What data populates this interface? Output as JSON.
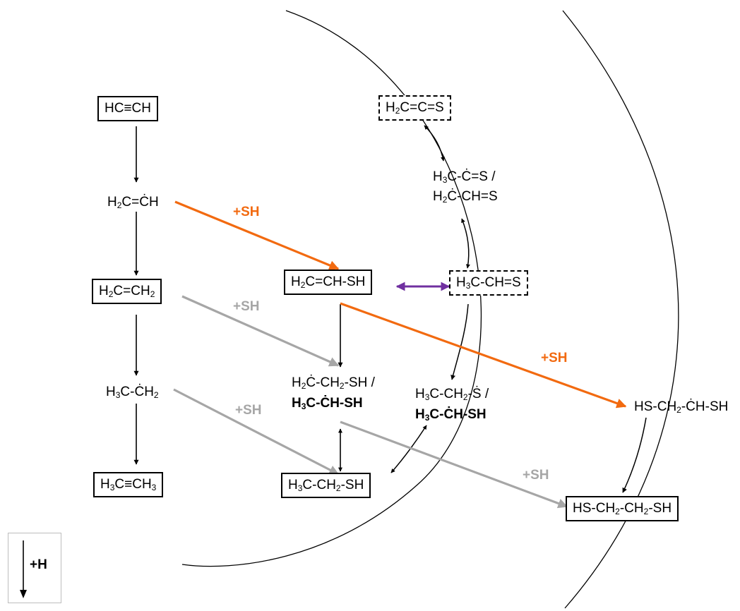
{
  "colors": {
    "hydrogenation": "#000000",
    "sh_addition_from_radical": "#f26a10",
    "sh_addition_from_stable": "#a6a6a6",
    "tautomerism": "#7030a0"
  },
  "legend": {
    "label": "+H",
    "icon": "down-arrow-icon"
  },
  "reaction_labels": {
    "sh_orange_1": "+SH",
    "sh_orange_2": "+SH",
    "sh_gray_1": "+SH",
    "sh_gray_2": "+SH",
    "sh_gray_3": "+SH"
  },
  "molecules": {
    "acetylene": {
      "t1": "HC≡CH"
    },
    "vinyl": {
      "t1": "H",
      "s1": "2",
      "t2": "C=ĊH"
    },
    "ethylene": {
      "t1": "H",
      "s1": "2",
      "t2": "C=CH",
      "s2": "2"
    },
    "ethyl": {
      "t1": "H",
      "s1": "3",
      "t2": "C-ĊH",
      "s2": "2"
    },
    "ethane": {
      "t1": "H",
      "s1": "3",
      "t2": "C≡CH",
      "s2": "3"
    },
    "thioketene": {
      "t1": "H",
      "s1": "2",
      "t2": "C=C=S"
    },
    "thioketyl_a": {
      "t1": "H",
      "s1": "3",
      "t2": "C-Ċ=S /"
    },
    "thioketyl_b": {
      "t1": "H",
      "s1": "2",
      "t2": "Ċ-CH=S"
    },
    "vinyl_thiol": {
      "t1": "H",
      "s1": "2",
      "t2": "C=CH-SH"
    },
    "thioacetaldehyde": {
      "t1": "H",
      "s1": "3",
      "t2": "C-CH=S"
    },
    "thiol_radical_a": {
      "t1": "H",
      "s1": "2",
      "t2": "Ċ-CH",
      "s2": "2",
      "t3": "-SH /"
    },
    "thiol_radical_b": {
      "t1": "H",
      "s1": "3",
      "t2": "C-ĊH-SH"
    },
    "thiyl_radical_a": {
      "t1": "H",
      "s1": "3",
      "t2": "C-CH",
      "s2": "2",
      "t3": "-Ṡ /"
    },
    "thiyl_radical_b": {
      "t1": "H",
      "s1": "3",
      "t2": "C-ĊH-SH"
    },
    "dithiol_radical": {
      "t1": "HS-CH",
      "s1": "2",
      "t2": "-ĊH-SH"
    },
    "ethanethiol": {
      "t1": "H",
      "s1": "3",
      "t2": "C-CH",
      "s2": "2",
      "t3": "-SH"
    },
    "ethanedithiol": {
      "t1": "HS-CH",
      "s1": "2",
      "t2": "-CH",
      "s2": "2",
      "t3": "-SH"
    }
  }
}
